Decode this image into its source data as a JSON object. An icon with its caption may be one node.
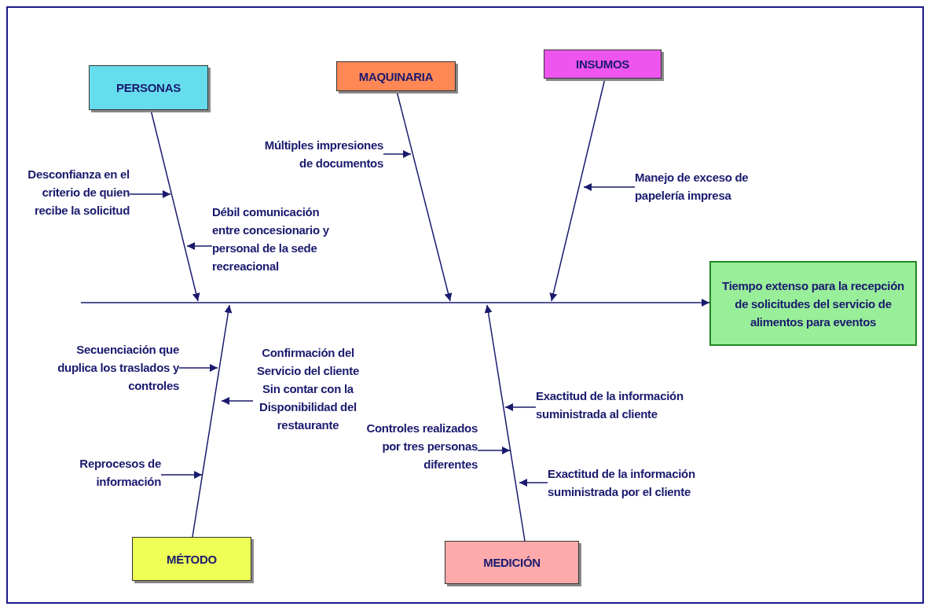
{
  "diagram": {
    "nodes": [
      {
        "text": [
          "PERSONAS"
        ]
      },
      {
        "text": [
          "MAQUINARIA"
        ]
      },
      {
        "text": [
          "INSUMOS"
        ]
      },
      {
        "text": [
          "Tiempo extenso para la recepción de solicitudes del servicio de alimentos para eventos"
        ]
      },
      {
        "text": [
          "MÉTODO"
        ]
      },
      {
        "text": [
          "MEDICIÓN"
        ]
      },
      {
        "text": [
          "Desconfianza en el criterio de quien recibe la solicitud"
        ]
      },
      {
        "text": [
          "Débil comunicación entre concesionario y personal de la sede recreacional"
        ]
      },
      {
        "text": [
          "Múltiples impresiones de documentos"
        ]
      },
      {
        "text": [
          "Manejo de exceso de papelería impresa"
        ]
      },
      {
        "text": [
          "Secuenciación que duplica los traslados y controles"
        ]
      },
      {
        "text": [
          "Confirmación del Servicio del cliente Sin contar con la Disponibilidad del restaurante"
        ]
      },
      {
        "text": [
          "Reprocesos de información"
        ]
      },
      {
        "text": [
          "Exactitud de la información suministrada al cliente"
        ]
      },
      {
        "text": [
          "Controles realizados por tres personas diferentes"
        ]
      },
      {
        "text": [
          "Exactitud de la información suministrada por el cliente"
        ]
      }
    ],
    "edges": [
      {
        "from": null,
        "to": 3,
        "arrow": "to"
      },
      {
        "from": 0,
        "to": null,
        "arrow": "to"
      },
      {
        "from": 1,
        "to": null,
        "arrow": "to"
      },
      {
        "from": 2,
        "to": null,
        "arrow": "to"
      },
      {
        "from": 4,
        "to": null,
        "arrow": "to"
      },
      {
        "from": 5,
        "to": null,
        "arrow": "to"
      },
      {
        "from": 6,
        "to": null,
        "arrow": "to"
      },
      {
        "from": 7,
        "to": null,
        "arrow": "to"
      },
      {
        "from": 8,
        "to": null,
        "arrow": "to"
      },
      {
        "from": 9,
        "to": null,
        "arrow": "to"
      },
      {
        "from": 10,
        "to": null,
        "arrow": "to"
      },
      {
        "from": 11,
        "to": null,
        "arrow": "to"
      },
      {
        "from": 12,
        "to": null,
        "arrow": "to"
      },
      {
        "from": 13,
        "to": null,
        "arrow": "to"
      },
      {
        "from": 14,
        "to": null,
        "arrow": "to"
      },
      {
        "from": 15,
        "to": null,
        "arrow": "to"
      }
    ]
  }
}
